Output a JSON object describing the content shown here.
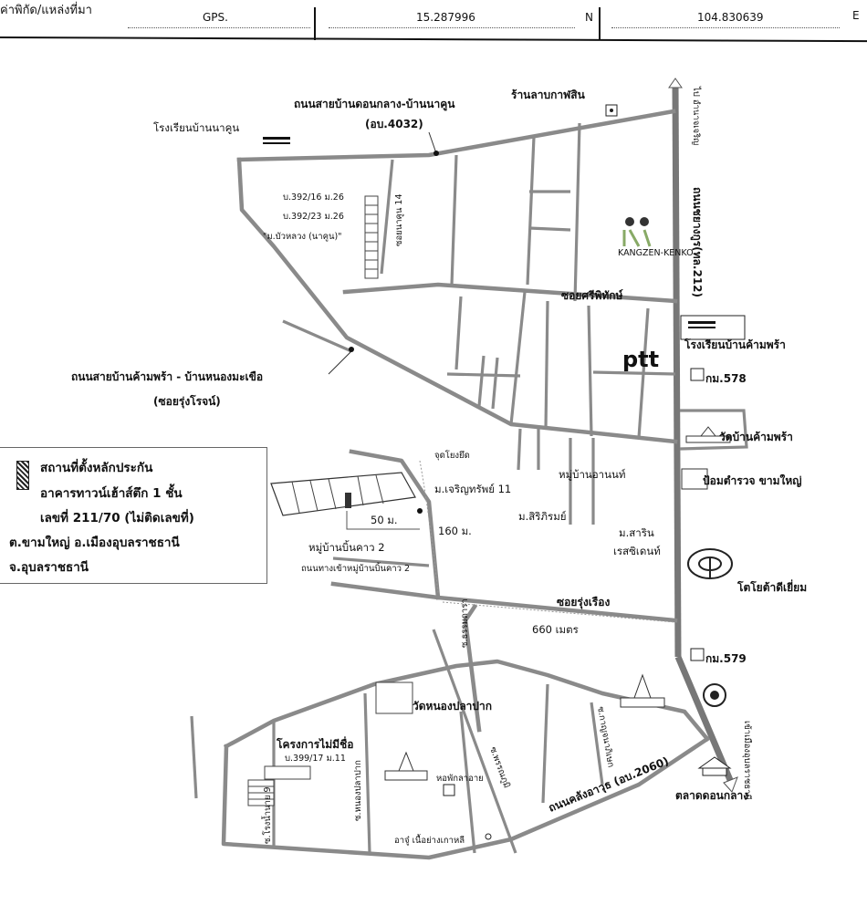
{
  "header": {
    "source_label": "ค่าพิกัด/แหล่งที่มา",
    "gps": "GPS.",
    "lat": "15.287996",
    "n": "N",
    "lon": "104.830639",
    "e": "E"
  },
  "legend": {
    "lines": [
      "สถานที่ตั้งหลักประกัน",
      "อาคารทาวน์เฮ้าส์ตึก 1 ชั้น",
      "เลขที่ 211/70 (ไม่ติดเลขที่)",
      "ต.ขามใหญ่ อ.เมืองอุบลราชธานี",
      "จ.อุบลราชธานี"
    ]
  },
  "labels": {
    "road_north": "ถนนสายบ้านดอนกลาง-บ้านนาคูน",
    "road_north_code": "(อบ.4032)",
    "shop_kaffee": "ร้านลาบกาฬสิน",
    "school_nakoon": "โรงเรียนบ้านนาคูน",
    "house1": "บ.392/16 ม.26",
    "house2": "บ.392/23 ม.26",
    "village_buaruang": "\"ม.บัวหลวง (นาคูน)\"",
    "soi_nakoon": "ซอยนาคูน 14",
    "to_amnat": "ไป อำนาจเจริญ",
    "highway": "ถนนชยางกูร(ทล.212)",
    "soi_sripipat": "ซอยศรีพิทักษ์",
    "road_khampra": "ถนนสายบ้านค้ามพร้า - บ้านหนองมะเขือ",
    "soi_rungrojana": "(ซอยรุ่งโรจน์)",
    "school_khampra": "โรงเรียนบ้านค้ามพร้า",
    "km578": "กม.578",
    "wat_khampra": "วัดบ้านค้ามพร้า",
    "police": "ป้อมตำรวจ ขามใหญ่",
    "ref_point": "จุดโยงยึด",
    "village_charoensap": "ม.เจริญทรัพย์ 11",
    "village_arnon": "หมู่บ้านอานนท์",
    "dist50": "50 ม.",
    "dist160": "160 ม.",
    "village_sirirom": "ม.สิริภิรมย์",
    "village_sarin": "ม.สาริน",
    "village_sarin2": "เรสซิเดนท์",
    "village_binkao": "หมู่บ้านบิ้นคาว 2",
    "road_binkao": "ถนนทางเข้าหมู่บ้านบิ้นคาว 2",
    "toyota": "โตโยต้าดีเยี่ยม",
    "soi_rungruang": "ซอยรุ่งเรือง",
    "soi_dharmatara": "ซ.ธรรมดารา",
    "dist660": "660 เมตร",
    "km579": "กม.579",
    "wat_nongplapak": "วัดหนองปลาปาก",
    "project_noname": "โครงการไม่มีชื่อ",
    "house3": "บ.399/17 ม.11",
    "soi_nongplapak": "ซ.หนองปลาปาก",
    "soi_rotnai": "ซ.โรงน้ำนาย 9",
    "dorm": "หอพักลาอาย",
    "soi_phan": "ซ.พรรณภูมิ",
    "soi_kanchana": "ซ.กาญจนาภิเษก",
    "road_khlang": "ถนนคลังอาวุธ (อบ.2060)",
    "market": "ตลาดดอนกลาง",
    "to_ubon": "เข้าเมืองอุบลราชธานี",
    "ajoo": "อาจู๋ เนื้อย่างเกาหลี",
    "ptt": "ptt",
    "kangzen": "KANGZEN-KENKO"
  }
}
